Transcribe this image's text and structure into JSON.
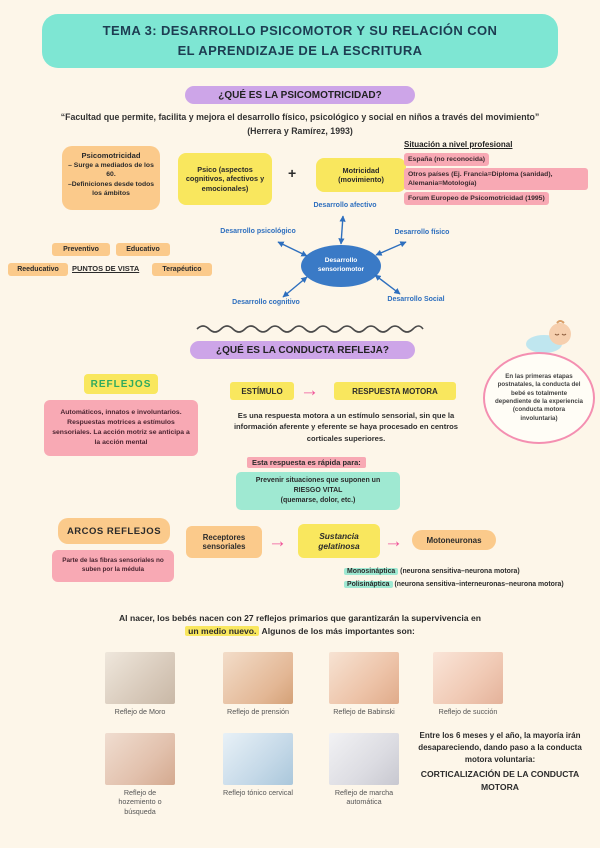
{
  "header": {
    "title_line1": "TEMA 3: DESARROLLO PSICOMOTOR Y SU RELACIÓN CON",
    "title_line2": "EL APRENDIZAJE DE LA ESCRITURA"
  },
  "icons": {
    "arrow_right": "→"
  },
  "psicomotricidad": {
    "heading": "¿QUÉ ES LA PSICOMOTRICIDAD?",
    "quote": "“Facultad que permite, facilita y mejora el desarrollo físico, psicológico y social en niños a través del movimiento”",
    "quote_source": "(Herrera y Ramírez, 1993)",
    "origen": {
      "title": "Psicomotricidad",
      "line1": "– Surge a mediados de los 60.",
      "line2": "–Definiciones desde todos los ámbitos"
    },
    "psico": "Psico (aspectos cognitivos, afectivos y emocionales)",
    "plus": "+",
    "motricidad": "Motricidad (movimiento)",
    "profesional": {
      "heading": "Situación a nivel profesional",
      "items": [
        "España (no reconocida)",
        "Otros países (Ej. Francia=Diploma (sanidad), Alemania=Motología)",
        "Forum Europeo de Psicomotricidad (1995)"
      ]
    },
    "puntos_de_vista": {
      "label": "PUNTOS DE VISTA",
      "pills": [
        "Preventivo",
        "Educativo",
        "Reeducativo",
        "Terapéutico"
      ]
    },
    "diagrama": {
      "centro": "Desarrollo sensoriomotor",
      "afectivo": "Desarrollo afectivo",
      "psicologico": "Desarrollo psicológico",
      "fisico": "Desarrollo físico",
      "cognitivo": "Desarrollo cognitivo",
      "social": "Desarrollo Social"
    }
  },
  "conducta": {
    "heading": "¿QUÉ ES LA CONDUCTA REFLEJA?",
    "nota_bebe": "En las primeras etapas postnatales, la conducta del bebé es totalmente dependiente de la experiencia (conducta motora involuntaria)",
    "reflejos_titulo": "REFLEJOS",
    "reflejos_desc": "Automáticos, innatos e involuntarios. Respuestas motrices a estímulos sensoriales. La acción motriz se anticipa a la acción mental",
    "estimulo": "ESTÍMULO",
    "respuesta": "RESPUESTA MOTORA",
    "explicacion": "Es una respuesta motora a un estímulo sensorial, sin que la información aferente y eferente se haya procesado en centros corticales superiores.",
    "rapida": "Esta respuesta es rápida para:",
    "prevenir_l1": "Prevenir situaciones que suponen un",
    "prevenir_l2": "RIESGO VITAL",
    "prevenir_l3": "(quemarse, dolor, etc.)"
  },
  "arcos": {
    "titulo": "ARCOS REFLEJOS",
    "nota": "Parte de las fibras sensoriales no suben por la médula",
    "paso1": "Receptores sensoriales",
    "paso2": "Sustancia gelatinosa",
    "paso3": "Motoneuronas",
    "tipo1": "Monosináptica",
    "tipo1_det": "(neurona sensitiva–neurona motora)",
    "tipo2": "Polisináptica",
    "tipo2_det": "(neurona sensitiva–interneuronas–neurona motora)"
  },
  "primarios": {
    "intro_l1": "Al nacer, los bebés nacen con 27 reflejos primarios que garantizarán la supervivencia en",
    "intro_hl": "un medio nuevo.",
    "intro_l2": "Algunos de los más importantes son:",
    "captions": [
      "Reflejo de Moro",
      "Reflejo de prensión",
      "Reflejo de Babinski",
      "Reflejo de succión",
      "Reflejo de hozemiento o búsqueda",
      "Reflejo tónico cervical",
      "Reflejo de marcha automática"
    ],
    "outro": "Entre los 6 meses y el año, la mayoría irán desapareciendo, dando paso a la conducta motora voluntaria:",
    "outro_hl": "CORTICALIZACIÓN DE LA CONDUCTA MOTORA"
  }
}
